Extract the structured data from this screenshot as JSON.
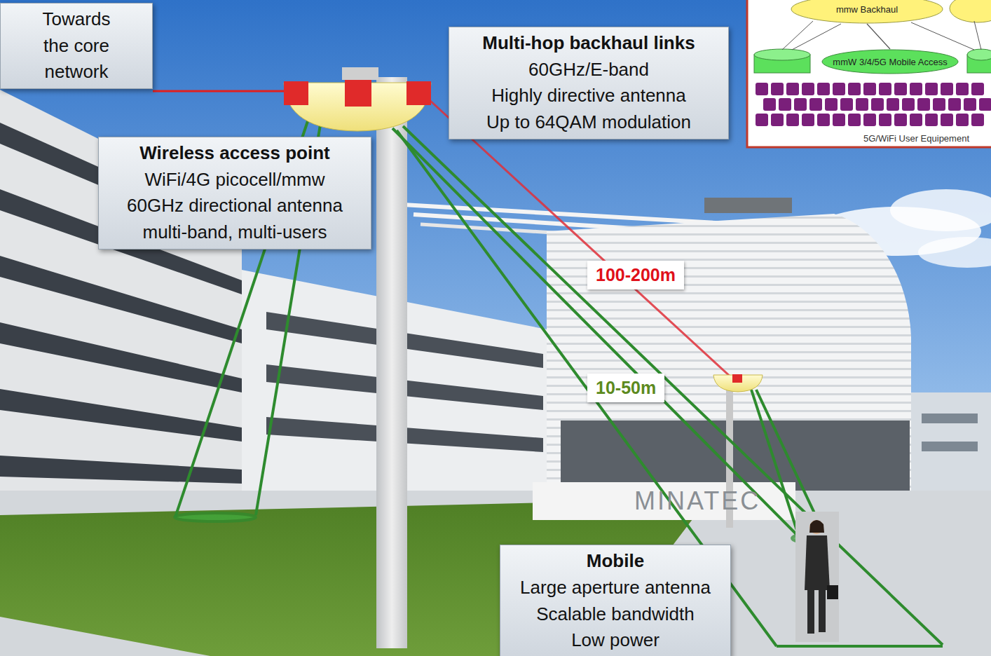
{
  "diagram": {
    "nodes": [
      {
        "text": [
          "Towards the core network"
        ]
      },
      {
        "text": [
          "Multi-hop backhaul links",
          "60GHz/E-band",
          "Highly directive antenna",
          "Up to 64QAM modulation"
        ]
      },
      {
        "text": [
          "mmw Backhaul"
        ]
      },
      {
        "text": [
          "mmW 3/4/5G Mobile Access"
        ]
      },
      {
        "text": [
          "Wireless access point",
          "WiFi/4G picocell/mmw",
          "60GHz directional antenna",
          "multi-band, multi-users"
        ]
      },
      {
        "text": [
          "Mobile",
          "Large aperture antenna",
          "Scalable bandwidth",
          "Low power"
        ]
      }
    ],
    "edges": [
      {
        "from": 2,
        "to": 3,
        "arrow": "none"
      }
    ],
    "labels": [
      "100-200m",
      "10-50m",
      "MINATEC",
      "5G/WiFi User Equipement"
    ]
  }
}
